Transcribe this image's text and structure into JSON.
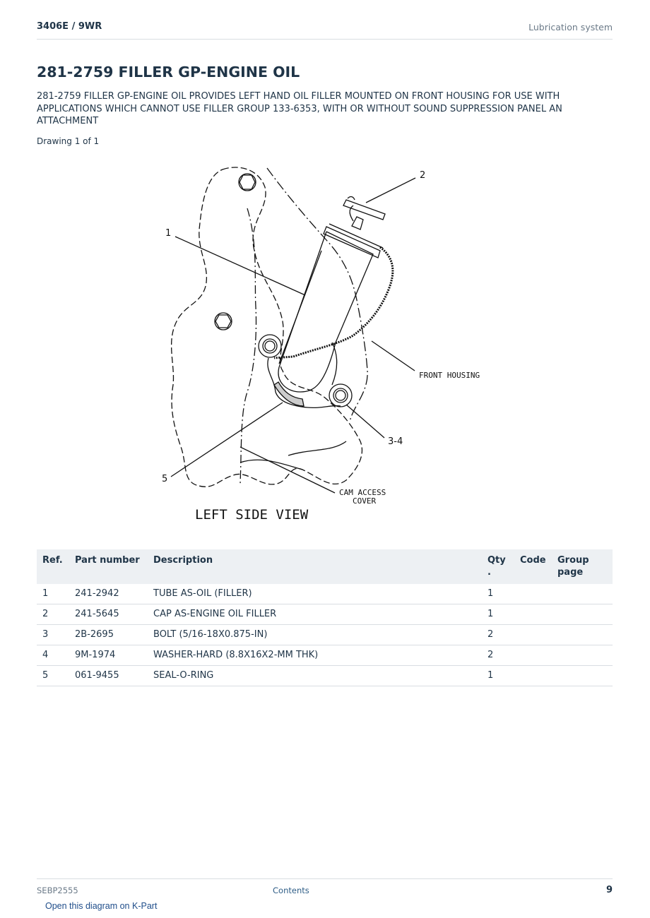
{
  "header": {
    "model": "3406E  /  9WR",
    "section": "Lubrication system"
  },
  "title": "281-2759 FILLER GP-ENGINE OIL",
  "description": "281-2759 FILLER GP-ENGINE OIL PROVIDES LEFT HAND OIL FILLER MOUNTED ON FRONT HOUSING FOR USE WITH APPLICATIONS WHICH CANNOT USE FILLER GROUP 133-6353, WITH OR WITHOUT SOUND SUPPRESSION PANEL AN ATTACHMENT",
  "drawing_count": "Drawing 1 of 1",
  "diagram": {
    "callouts": {
      "c1": "1",
      "c2": "2",
      "c34": "3-4",
      "c5": "5"
    },
    "front_housing": "FRONT HOUSING",
    "cam_access_line1": "CAM ACCESS",
    "cam_access_line2": "COVER",
    "view_label": "LEFT SIDE VIEW"
  },
  "table": {
    "headers": {
      "ref": "Ref.",
      "part_number": "Part number",
      "description": "Description",
      "qty_line1": "Qty",
      "qty_line2": ".",
      "code": "Code",
      "group_line1": "Group",
      "group_line2": "page"
    },
    "rows": [
      {
        "ref": "1",
        "part_number": "241-2942",
        "description": "TUBE AS-OIL (FILLER)",
        "qty": "1",
        "code": "",
        "group_page": ""
      },
      {
        "ref": "2",
        "part_number": "241-5645",
        "description": "CAP AS-ENGINE OIL FILLER",
        "qty": "1",
        "code": "",
        "group_page": ""
      },
      {
        "ref": "3",
        "part_number": "2B-2695",
        "description": "BOLT (5/16-18X0.875-IN)",
        "qty": "2",
        "code": "",
        "group_page": ""
      },
      {
        "ref": "4",
        "part_number": "9M-1974",
        "description": "WASHER-HARD (8.8X16X2-MM THK)",
        "qty": "2",
        "code": "",
        "group_page": ""
      },
      {
        "ref": "5",
        "part_number": "061-9455",
        "description": "SEAL-O-RING",
        "qty": "1",
        "code": "",
        "group_page": ""
      }
    ]
  },
  "footer": {
    "doc_id": "SEBP2555",
    "contents_link": "Contents",
    "page_number": "9"
  },
  "kpart_link": "Open this diagram on K-Part"
}
